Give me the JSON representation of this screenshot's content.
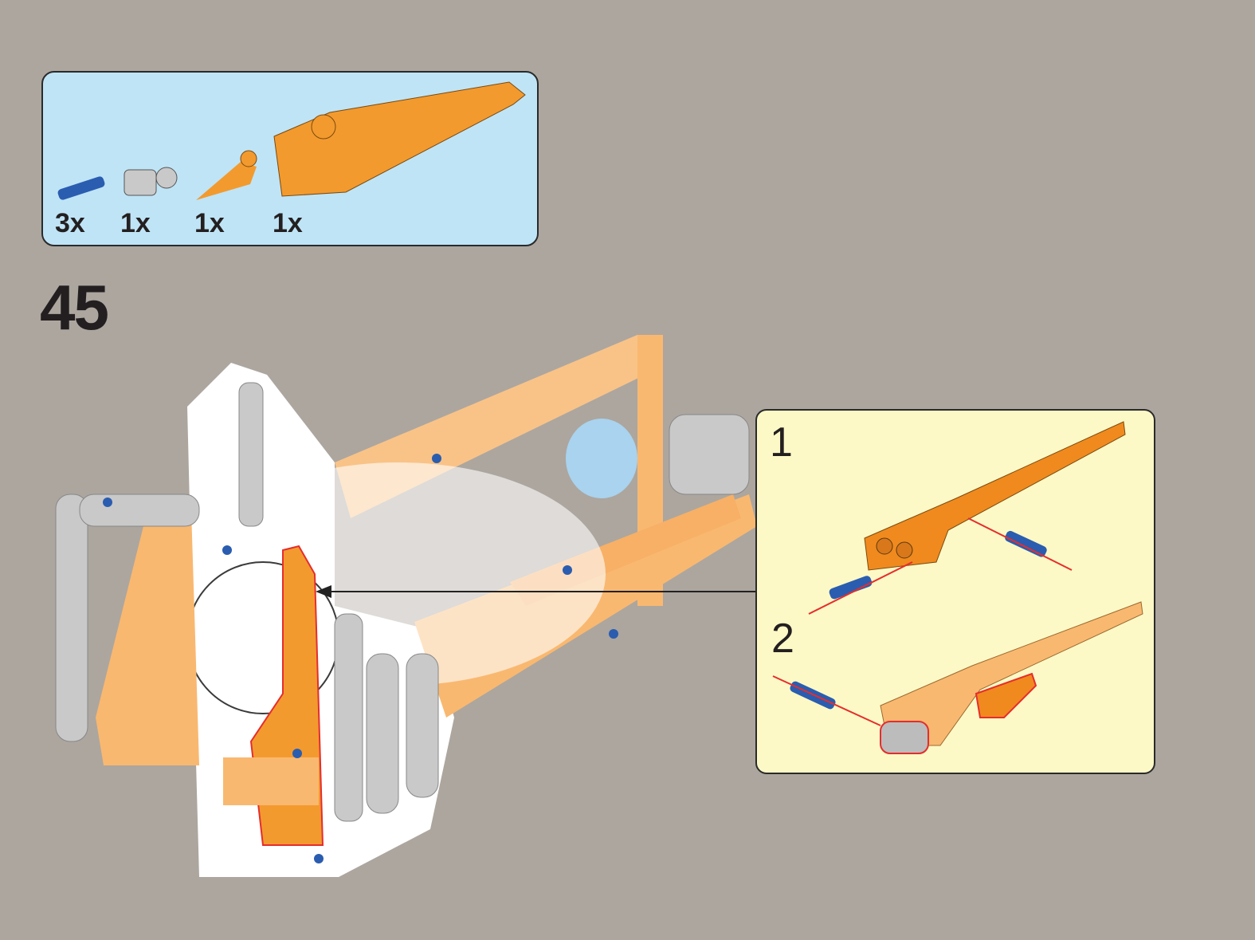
{
  "step_number": "45",
  "parts_list": [
    {
      "part": "blue-pin-icon",
      "qty": "3x"
    },
    {
      "part": "grey-connector-icon",
      "qty": "1x"
    },
    {
      "part": "small-orange-fairing-icon",
      "qty": "1x"
    },
    {
      "part": "large-orange-fairing-icon",
      "qty": "1x"
    }
  ],
  "callout": {
    "substeps": [
      "1",
      "2"
    ]
  },
  "colors": {
    "background": "#aca69f",
    "parts_box": "#bfe4f6",
    "callout": "#fdf9c6",
    "orange": "#f39a2e",
    "light_orange": "#f9b870",
    "grey": "#c9c9c9",
    "blue": "#2a5db0"
  }
}
